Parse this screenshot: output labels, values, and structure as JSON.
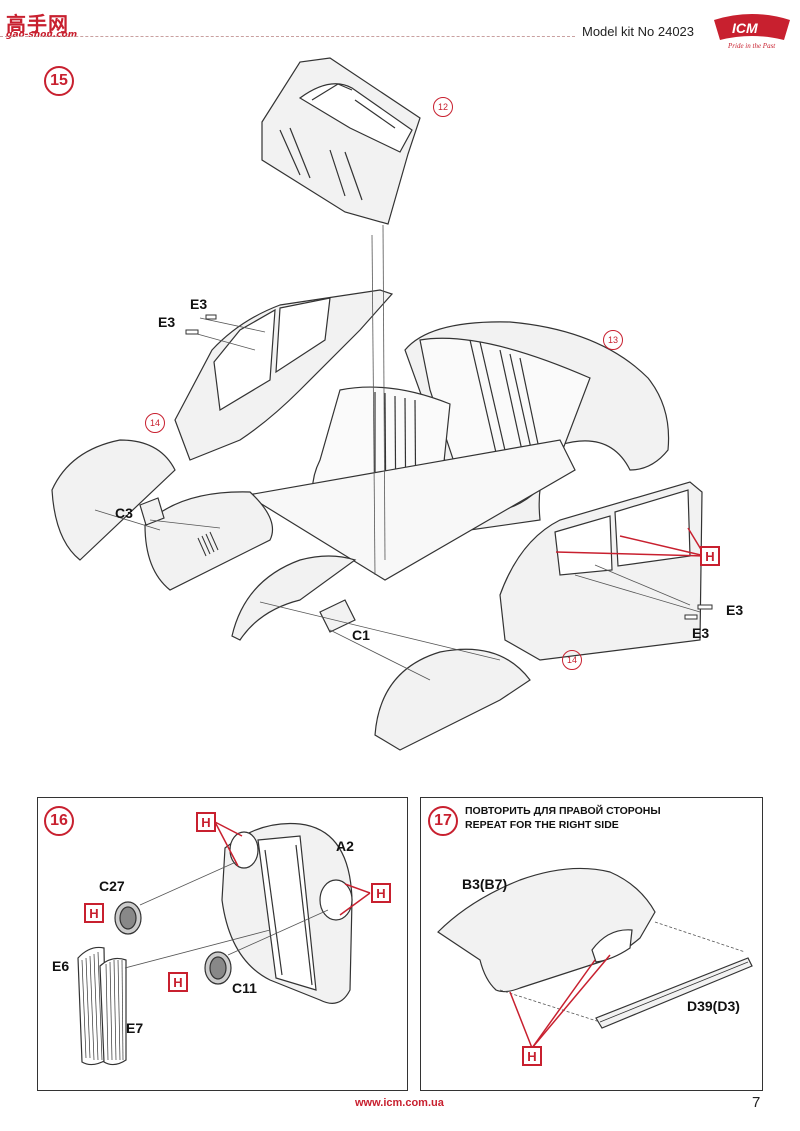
{
  "watermark": {
    "text": "高手网",
    "sub": "gao-shou.com"
  },
  "header": {
    "title": "Model kit No 24023",
    "logo_text": "ICM",
    "logo_slogan": "Pride in the Past"
  },
  "step15": {
    "number": "15",
    "refs": [
      "12",
      "13",
      "14",
      "14"
    ],
    "labels": {
      "e3_a": "E3",
      "e3_b": "E3",
      "c3": "C3",
      "c1": "C1",
      "e3_c": "E3",
      "e3_d": "E3"
    },
    "h_marker": "H"
  },
  "step16": {
    "number": "16",
    "labels": {
      "a2": "A2",
      "c27": "C27",
      "c11": "C11",
      "e6": "E6",
      "e7": "E7"
    },
    "h_markers": [
      "H",
      "H",
      "H",
      "H"
    ]
  },
  "step17": {
    "number": "17",
    "note_ru": "ПОВТОРИТЬ ДЛЯ ПРАВОЙ СТОРОНЫ",
    "note_en": "REPEAT FOR THE RIGHT SIDE",
    "labels": {
      "b3": "B3(B7)",
      "d39": "D39(D3)"
    },
    "h_marker": "H"
  },
  "footer": {
    "url": "www.icm.com.ua",
    "page": "7"
  },
  "colors": {
    "accent": "#c8202f",
    "line": "#333333"
  }
}
